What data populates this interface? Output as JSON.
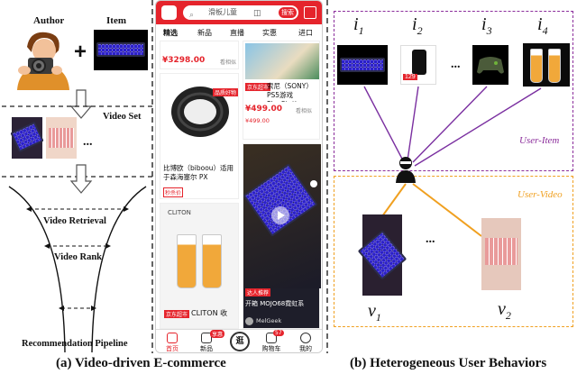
{
  "left_panel": {
    "author_label": "Author",
    "item_label": "Item",
    "plus_sign": "+",
    "video_set_label": "Video Set",
    "ellipsis": "...",
    "video_retrieval_label": "Video Retrieval",
    "video_rank_label": "Video Rank",
    "pipeline_label": "Recommendation Pipeline",
    "caption": "(a) Video-driven E-commerce"
  },
  "phone": {
    "search_placeholder": "滑板儿童",
    "search_button": "搜索",
    "tabs": [
      "精选",
      "新品",
      "直播",
      "实惠",
      "进口"
    ],
    "cards": {
      "top_left_price": "¥3298.00",
      "top_left_tag": "看相似",
      "top_right_badge": "京东超市",
      "top_right_title": "索尼（SONY）PS5游戏 PlayStation",
      "top_right_price": "¥499.00",
      "top_right_tag": "看相似",
      "top_right_sub": "¥499.00",
      "headphone_badge": "品质好物",
      "headphone_title": "比博欧（biboou）适用于森海塞尔 PX",
      "headphone_tag": "秒杀价",
      "beer_brand": "CLITON",
      "beer_badge": "京东超市",
      "beer_title": "CLITON 收",
      "video_badge": "达人推荐",
      "video_title": "开箱 MOJO68霓虹系",
      "video_author": "MelGeek"
    },
    "nav": [
      "首页",
      "新品",
      "逛",
      "购物车",
      "我的"
    ],
    "cart_count": "57",
    "nav_badge": "享惠"
  },
  "right_panel": {
    "items": [
      "i",
      "i",
      "i",
      "i"
    ],
    "item_subscripts": [
      "1",
      "2",
      "3",
      "4"
    ],
    "videos": [
      "v",
      "v"
    ],
    "video_subscripts": [
      "1",
      "2"
    ],
    "ellipsis": "...",
    "user_item_label": "User-Item",
    "user_video_label": "User-Video",
    "caption": "(b) Heterogeneous User Behaviors",
    "colors": {
      "item_edges": "#7a2fa0",
      "video_edges": "#f0a020",
      "item_box": "#8b2d9b",
      "video_box": "#f0a020"
    },
    "speaker_price": "129"
  }
}
